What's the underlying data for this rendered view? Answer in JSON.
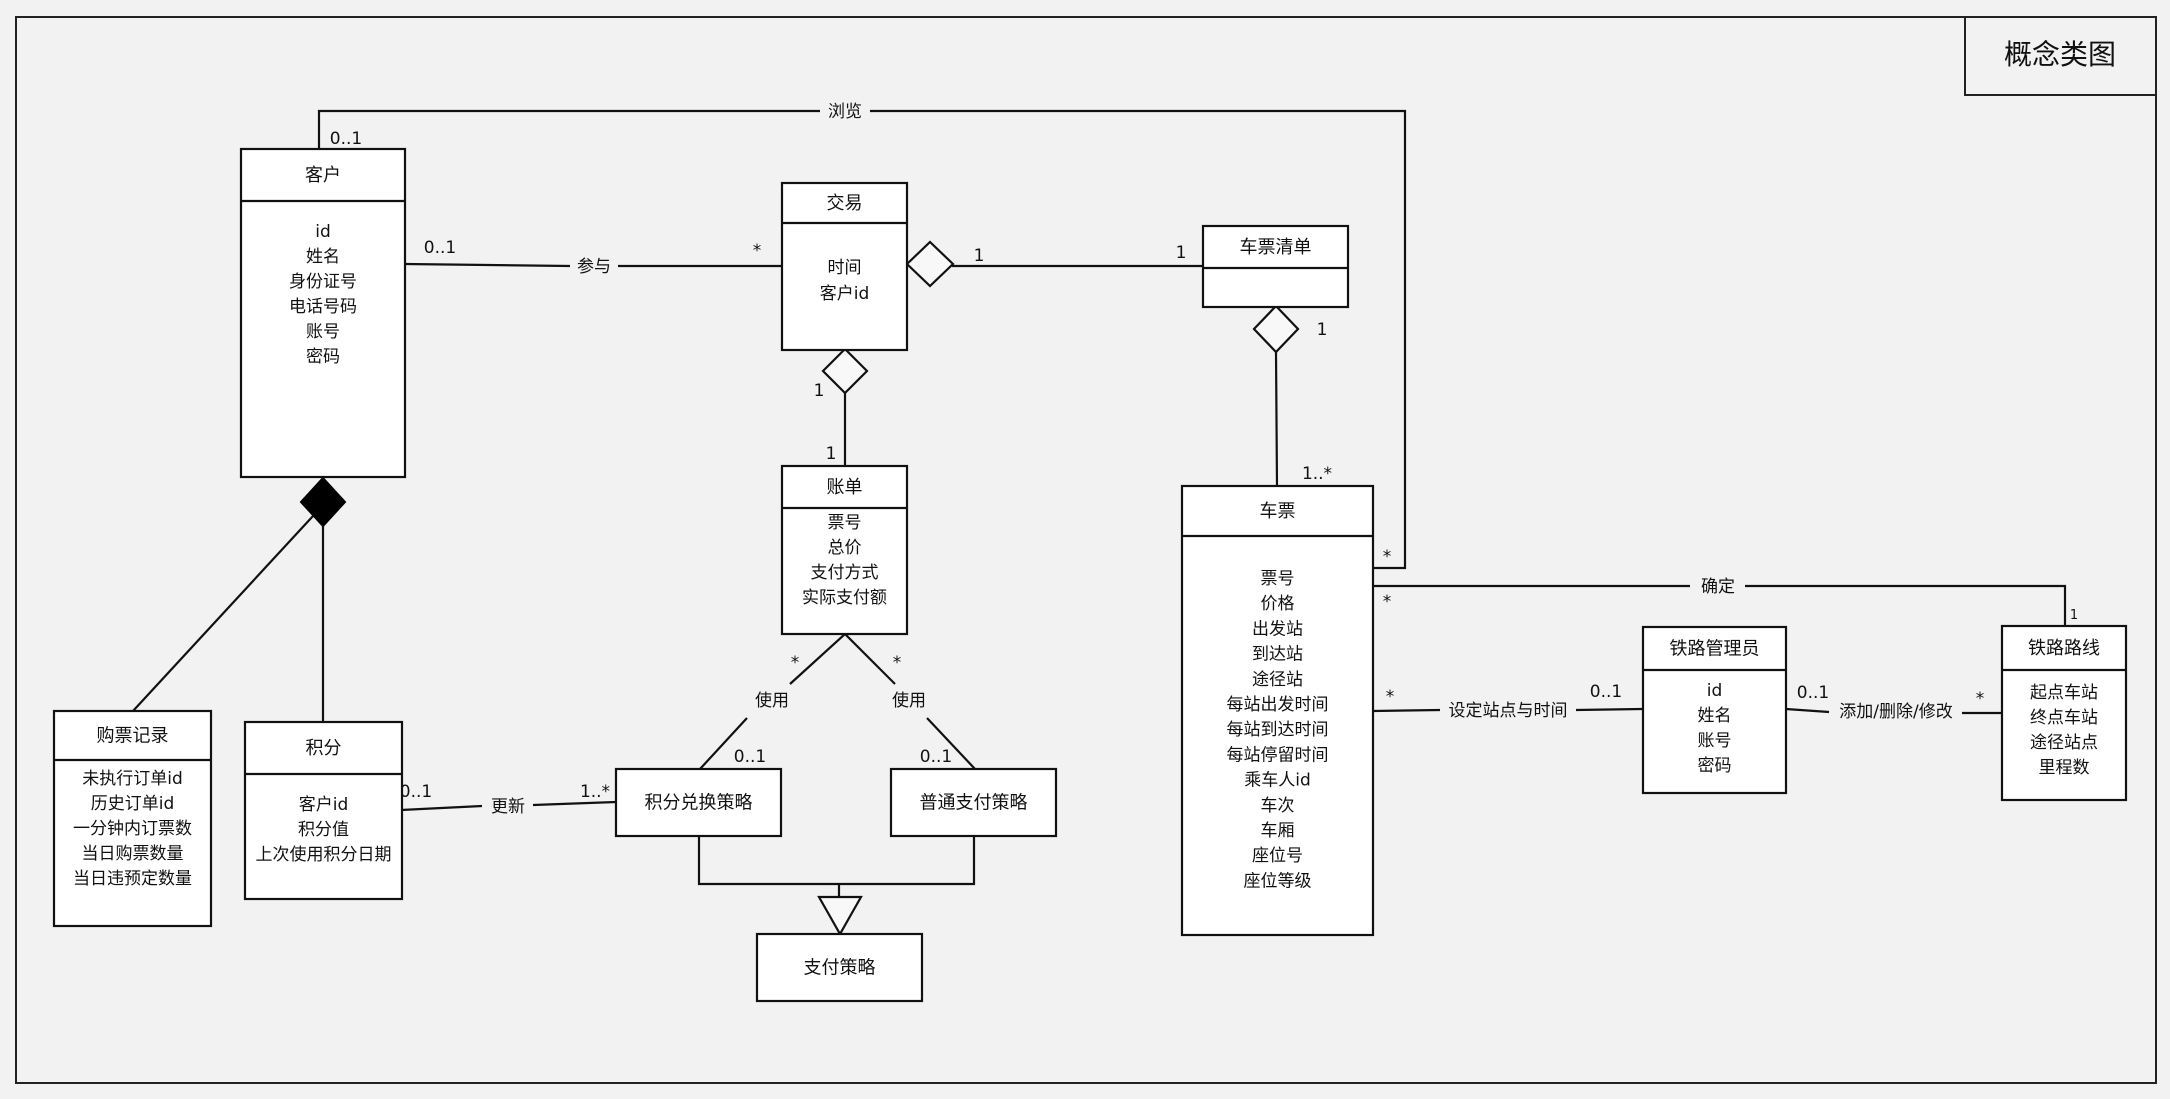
{
  "frame": {
    "title": "概念类图"
  },
  "classes": {
    "customer": {
      "name": "客户",
      "attrs": [
        "id",
        "姓名",
        "身份证号",
        "电话号码",
        "账号",
        "密码"
      ]
    },
    "transaction": {
      "name": "交易",
      "attrs": [
        "时间",
        "客户id"
      ]
    },
    "ticket_list": {
      "name": "车票清单",
      "attrs": []
    },
    "bill": {
      "name": "账单",
      "attrs": [
        "票号",
        "总价",
        "支付方式",
        "实际支付额"
      ]
    },
    "ticket": {
      "name": "车票",
      "attrs": [
        "票号",
        "价格",
        "出发站",
        "到达站",
        "途径站",
        "每站出发时间",
        "每站到达时间",
        "每站停留时间",
        "乘车人id",
        "车次",
        "车厢",
        "座位号",
        "座位等级"
      ]
    },
    "purchase_record": {
      "name": "购票记录",
      "attrs": [
        "未执行订单id",
        "历史订单id",
        "一分钟内订票数",
        "当日购票数量",
        "当日违预定数量"
      ]
    },
    "points": {
      "name": "积分",
      "attrs": [
        "客户id",
        "积分值",
        "上次使用积分日期"
      ]
    },
    "points_strategy": {
      "name": "积分兑换策略"
    },
    "normal_strategy": {
      "name": "普通支付策略"
    },
    "pay_strategy": {
      "name": "支付策略"
    },
    "admin": {
      "name": "铁路管理员",
      "attrs": [
        "id",
        "姓名",
        "账号",
        "密码"
      ]
    },
    "route": {
      "name": "铁路路线",
      "attrs": [
        "起点车站",
        "终点车站",
        "途径站点",
        "里程数"
      ]
    }
  },
  "associations": {
    "browse": {
      "label": "浏览",
      "m_customer": "0..1",
      "m_ticket": "*"
    },
    "participate": {
      "label": "参与",
      "m_customer": "0..1",
      "m_transaction": "*"
    },
    "transaction_list": {
      "m_transaction": "1",
      "m_list": "1"
    },
    "list_ticket": {
      "m_list": "1",
      "m_ticket": "1..*"
    },
    "transaction_bill": {
      "m_transaction": "1",
      "m_bill": "1"
    },
    "use_points": {
      "label": "使用",
      "m_bill": "*",
      "m_strategy": "0..1"
    },
    "use_normal": {
      "label": "使用",
      "m_bill": "*",
      "m_strategy": "0..1"
    },
    "update": {
      "label": "更新",
      "m_points": "0..1",
      "m_strategy": "1..*"
    },
    "confirm": {
      "label": "确定",
      "m_ticket": "*",
      "m_route": "1"
    },
    "set_station": {
      "label": "设定站点与时间",
      "m_ticket": "*",
      "m_admin": "0..1"
    },
    "modify": {
      "label": "添加/删除/修改",
      "m_admin": "0..1",
      "m_route": "*"
    }
  }
}
